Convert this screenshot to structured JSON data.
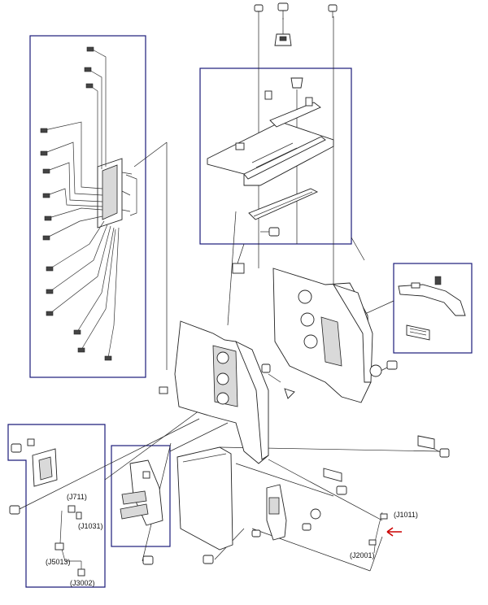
{
  "connector_labels": {
    "j711": "(J711)",
    "j1031": "(J1031)",
    "j5013": "(J5013)",
    "j3002": "(J3002)",
    "j1011": "(J1011)",
    "j2001": "(J2001)"
  },
  "colors": {
    "callout_box": "#1c1c7a",
    "arrow": "#cc0000",
    "line_art": "#222222"
  },
  "arrow": {
    "direction": "left",
    "points_to": "(J1011)"
  }
}
